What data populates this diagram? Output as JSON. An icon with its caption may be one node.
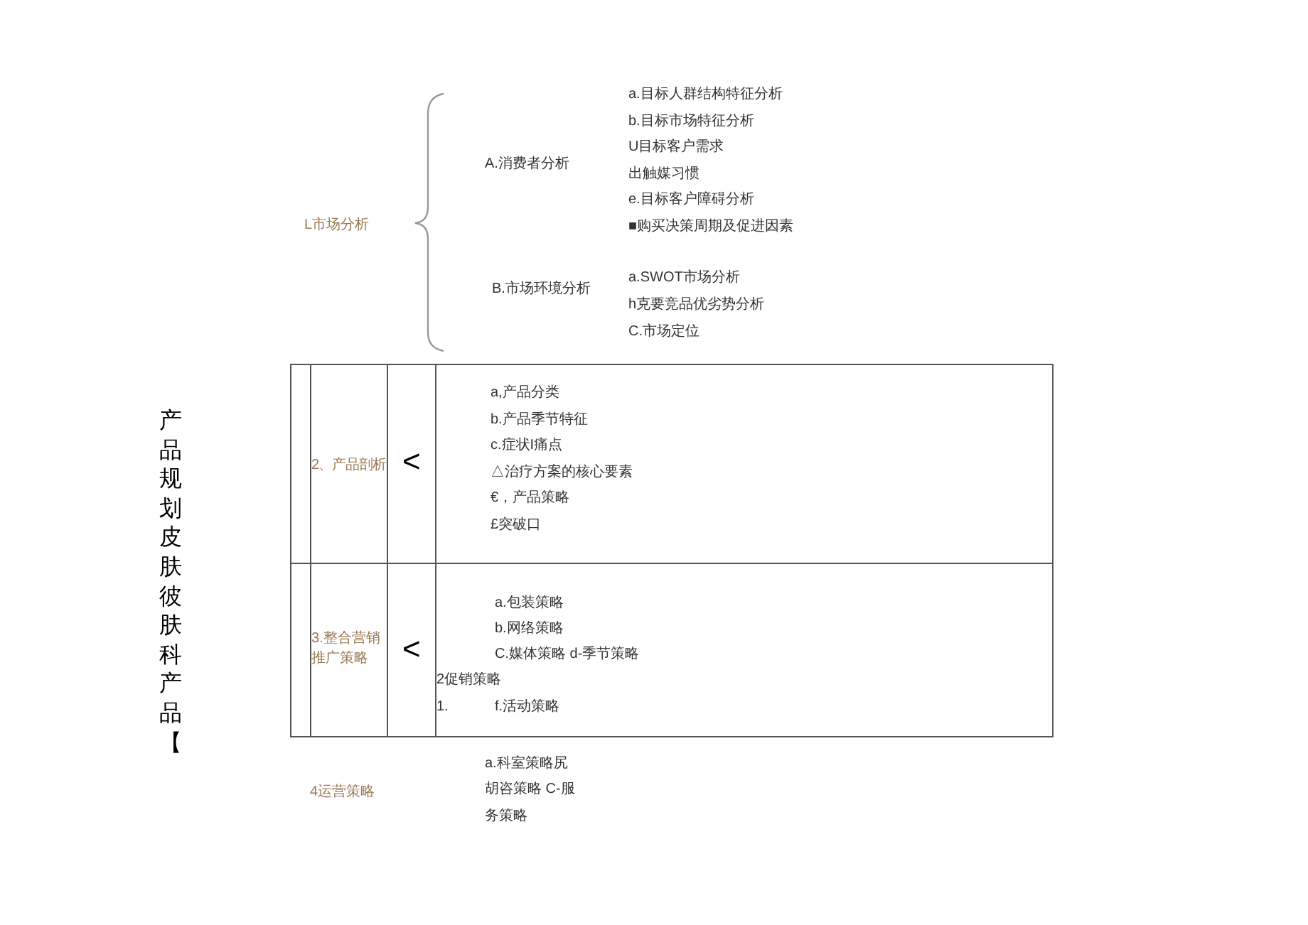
{
  "diagram": {
    "nodes": [
      {
        "text": [
          "2、产品剖析",
          "<",
          "a,产品分类",
          "b.产品季节特征",
          "c.症状I痛点",
          "△治疗方案的核心要素",
          "€，产品策略",
          "£突破口"
        ]
      },
      {
        "text": [
          "3.整合营销推广策略",
          "<",
          "a.包装策略",
          "b.网络策略",
          "C.媒体策略 d-季节策略",
          "2促销策略",
          "1.",
          "f.活动策略"
        ]
      }
    ],
    "edges": [],
    "labels": [
      "产品规划皮肤彼肤科产品【",
      "L市场分析",
      "A.消费者分析",
      "B.市场环境分析",
      "a.目标人群结构特征分析",
      "b.目标市场特征分析",
      "U目标客户需求",
      "出触媒习惯",
      "e.目标客户障碍分析",
      "■购买决策周期及促进因素",
      "a.SWOT市场分析",
      "h克要竞品优劣势分析",
      "C.市场定位",
      "4运营策略",
      "a.科室策略尻",
      "胡咨策略 C-服",
      "务策略"
    ]
  }
}
